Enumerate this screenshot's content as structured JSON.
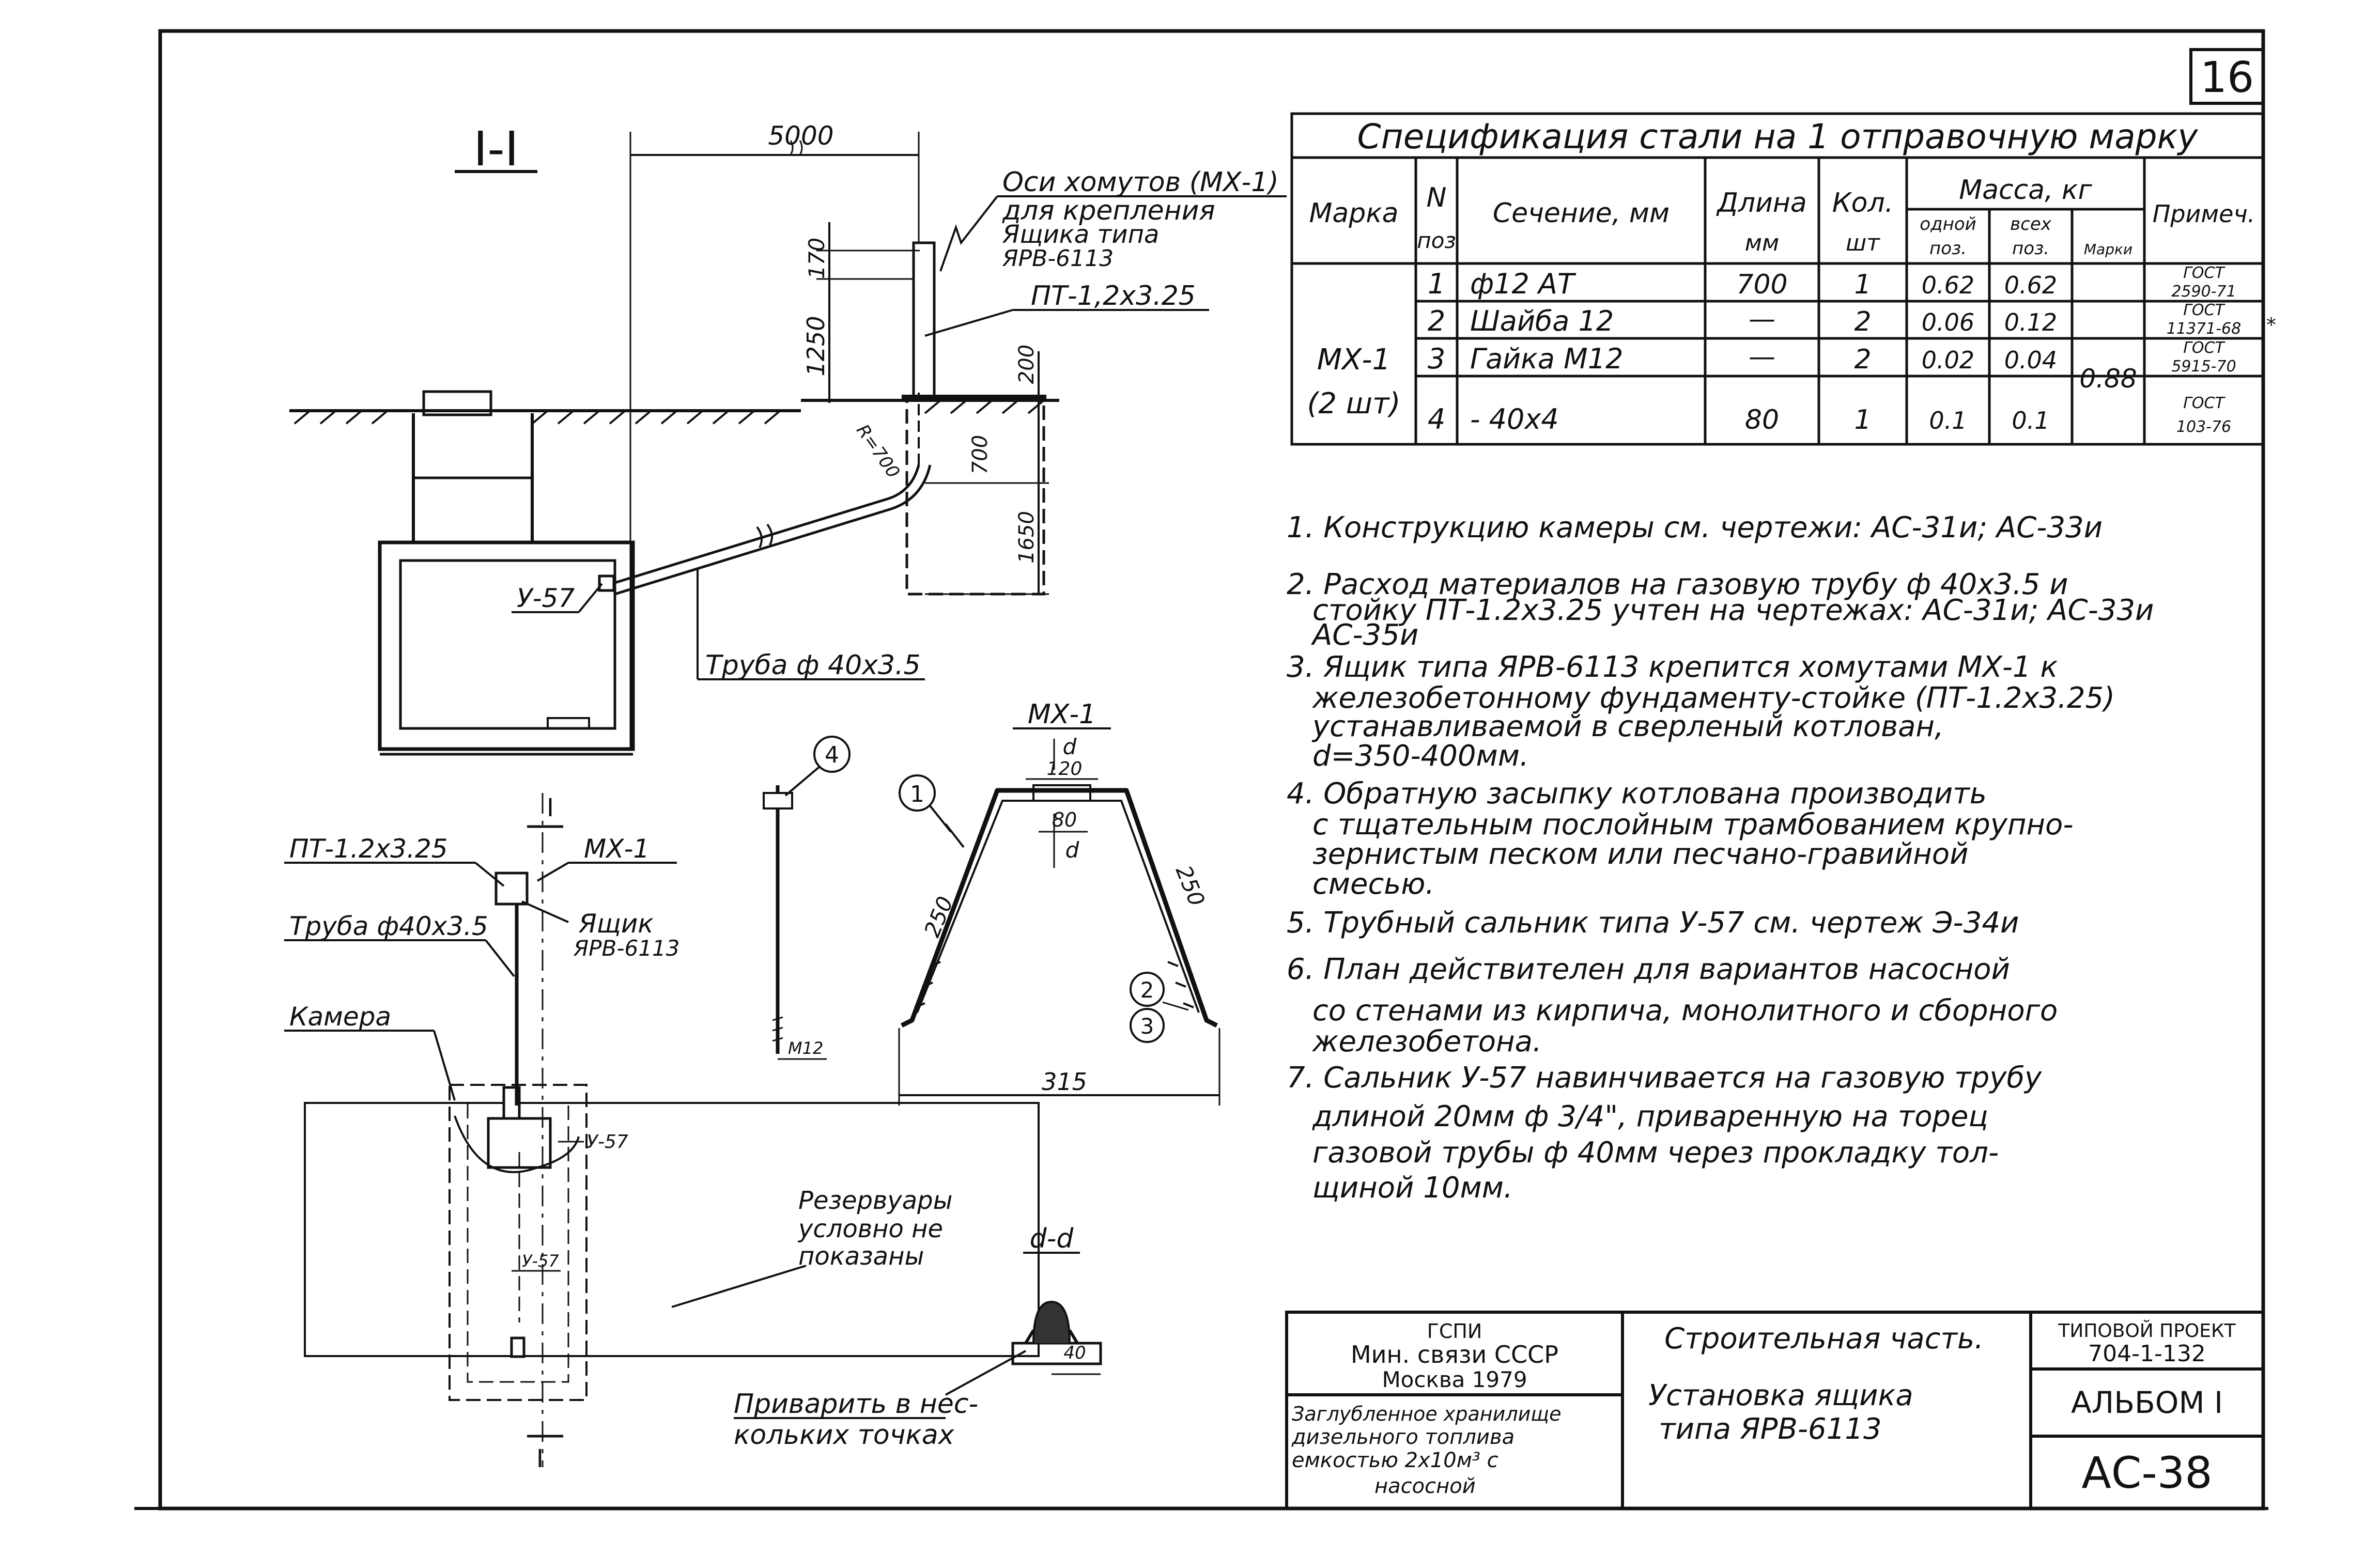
{
  "sheet_number": "16",
  "spec_table": {
    "title": "Спецификация стали на 1 отправочную марку",
    "headers": {
      "mark": "Марка",
      "pos_top": "N",
      "pos_bottom": "поз",
      "section": "Сечение, мм",
      "length_top": "Длина",
      "length_bottom": "мм",
      "qty_top": "Кол.",
      "qty_bottom": "шт",
      "mass": "Масса, кг",
      "mass_one_top": "одной",
      "mass_one_bottom": "поз.",
      "mass_all_top": "всех",
      "mass_all_bottom": "поз.",
      "mass_mark": "Марки",
      "note": "Примеч."
    },
    "mark_name": "МХ-1",
    "mark_count": "(2 шт)",
    "mark_total": "0.88",
    "rows": [
      {
        "pos": "1",
        "section": "ф12 АТ",
        "length": "700",
        "qty": "1",
        "mass_one": "0.62",
        "mass_all": "0.62",
        "note_top": "ГОСТ",
        "note_bottom": "2590-71"
      },
      {
        "pos": "2",
        "section": "Шайба 12",
        "length": "—",
        "qty": "2",
        "mass_one": "0.06",
        "mass_all": "0.12",
        "note_top": "ГОСТ",
        "note_bottom": "11371-68"
      },
      {
        "pos": "3",
        "section": "Гайка М12",
        "length": "—",
        "qty": "2",
        "mass_one": "0.02",
        "mass_all": "0.04",
        "note_top": "ГОСТ",
        "note_bottom": "5915-70"
      },
      {
        "pos": "4",
        "section": "- 40х4",
        "length": "80",
        "qty": "1",
        "mass_one": "0.1",
        "mass_all": "0.1",
        "note_top": "ГОСТ",
        "note_bottom": "103-76"
      }
    ]
  },
  "notes": [
    "1. Конструкцию камеры см. чертежи: АС-31и; АС-33и",
    "2. Расход материалов на газовую трубу ф 40х3.5 и",
    "стойку ПТ-1.2х3.25 учтен на чертежах: АС-31и; АС-33и",
    "АС-35и",
    "3. Ящик типа ЯРВ-6113 крепится хомутами МХ-1 к",
    "железобетонному фундаменту-стойке (ПТ-1.2х3.25)",
    "устанавливаемой в сверленый котлован,",
    "d=350-400мм.",
    "4. Обратную засыпку котлована производить",
    "с тщательным послойным трамбованием крупно-",
    "зернистым песком или песчано-гравийной",
    "смесью.",
    "5. Трубный сальник типа У-57 см. чертеж Э-34и",
    "6. План действителен для вариантов насосной",
    "со стенами из кирпича, монолитного и сборного",
    "железобетона.",
    "7. Сальник У-57 навинчивается на газовую трубу",
    "длиной 20мм ф 3/4\", приваренную на торец",
    "газовой трубы ф 40мм через прокладку тол-",
    "щиной 10мм."
  ],
  "section_view": {
    "title": "I-I",
    "dim_5000": "5000",
    "dim_170": "170",
    "dim_1250": "1250",
    "dim_200": "200",
    "dim_700": "700",
    "dim_1650": "1650",
    "radius": "R=700",
    "axis_label_1": "Оси хомутов (МХ-1)",
    "axis_label_2": "для крепления",
    "axis_label_3": "Ящика типа",
    "axis_label_4": "ЯРВ-6113",
    "post_label": "ПТ-1,2х3.25",
    "gland_label": "У-57",
    "pipe_label": "Труба ф 40х3.5"
  },
  "plan_view": {
    "cut_mark": "I",
    "post_label": "ПТ-1.2х3.25",
    "clamp_label": "МХ-1",
    "pipe_label": "Труба ф40х3.5",
    "box_label_1": "Ящик",
    "box_label_2": "ЯРВ-6113",
    "chamber_label": "Камера",
    "gland_1": "У-57",
    "gland_2": "У-57",
    "tanks_1": "Резервуары",
    "tanks_2": "условно не",
    "tanks_3": "показаны",
    "weld_1": "Приварить в нес-",
    "weld_2": "кольких точках"
  },
  "clamp_view": {
    "title": "МХ-1",
    "dim_d": "d",
    "dim_120": "120",
    "dim_80": "80",
    "dim_250_left": "250",
    "dim_250_right": "250",
    "dim_315": "315",
    "callout_1": "1",
    "callout_2": "2",
    "callout_3": "3",
    "callout_4": "4",
    "bolt_label": "М12",
    "detail_title": "d-d",
    "detail_dim": "40"
  },
  "title_block": {
    "org_1": "ГСПИ",
    "org_2": "Мин. связи СССР",
    "org_3": "Москва 1979",
    "subject_1": "Заглубленное хранилище",
    "subject_2": "дизельного топлива",
    "subject_3": "емкостью 2х10м³ с",
    "subject_4": "насосной",
    "part": "Строительная часть.",
    "sheet_title_1": "Установка ящика",
    "sheet_title_2": "типа ЯРВ-6113",
    "project_label": "ТИПОВОЙ ПРОЕКТ",
    "project_number": "704-1-132",
    "album": "АЛЬБОМ I",
    "drawing_code": "АС-38"
  }
}
